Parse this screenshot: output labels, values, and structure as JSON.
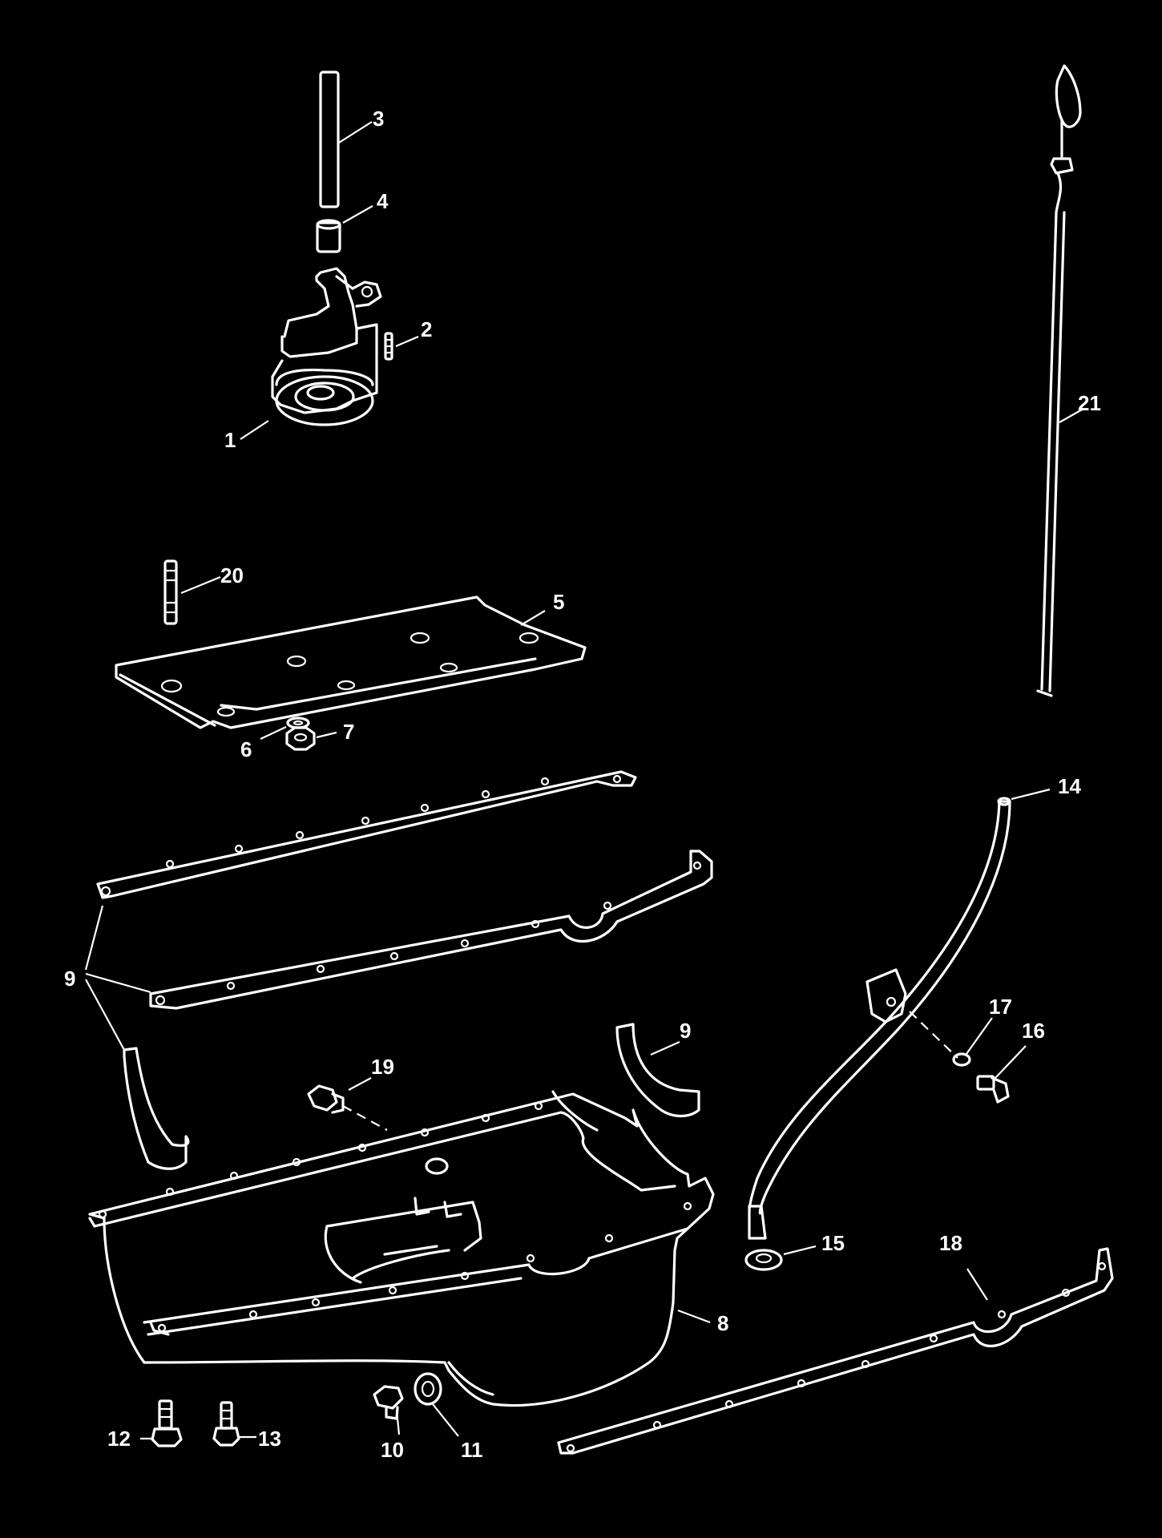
{
  "colors": {
    "background": "#000000",
    "linework": "#ffffff"
  },
  "callouts": {
    "c1": "1",
    "c2": "2",
    "c3": "3",
    "c4": "4",
    "c5": "5",
    "c6": "6",
    "c7": "7",
    "c8": "8",
    "c9a": "9",
    "c9b": "9",
    "c10": "10",
    "c11": "11",
    "c12": "12",
    "c13": "13",
    "c14": "14",
    "c15": "15",
    "c16": "16",
    "c17": "17",
    "c18": "18",
    "c19": "19",
    "c20": "20",
    "c21": "21"
  }
}
